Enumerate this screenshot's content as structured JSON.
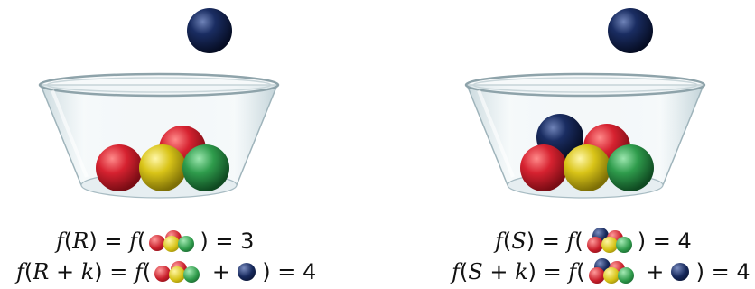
{
  "colors": {
    "red": "#cc1e2a",
    "yellow": "#d8c616",
    "green": "#2e9a4a",
    "navy": "#14234f",
    "glass": "#d7e4e8"
  },
  "left_panel": {
    "set_label": "R",
    "bowl_balls": [
      "red",
      "red",
      "yellow",
      "green"
    ],
    "falling_ball": "navy",
    "line1": {
      "func": "f",
      "result": "3"
    },
    "line2": {
      "func": "f",
      "plus_var": "k",
      "result": "4"
    }
  },
  "right_panel": {
    "set_label": "S",
    "bowl_balls": [
      "navy",
      "red",
      "red",
      "yellow",
      "green"
    ],
    "falling_ball": "navy",
    "line1": {
      "func": "f",
      "result": "4"
    },
    "line2": {
      "func": "f",
      "plus_var": "k",
      "result": "4"
    }
  }
}
